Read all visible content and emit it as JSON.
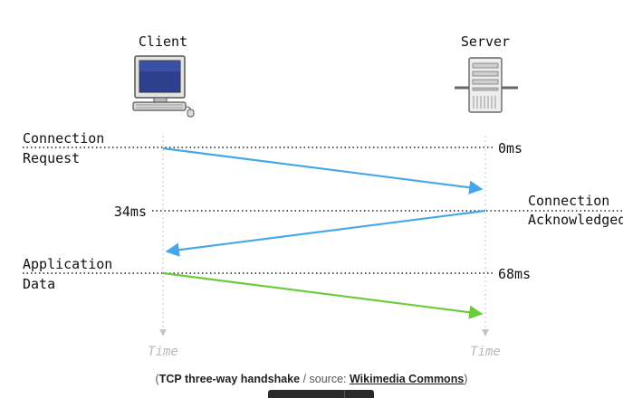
{
  "diagram": {
    "client_label": "Client",
    "server_label": "Server",
    "connection_request_line1": "Connection",
    "connection_request_line2": "Request",
    "connection_ack_line1": "Connection",
    "connection_ack_line2": "Acknowledged",
    "application_data_line1": "Application",
    "application_data_line2": "Data",
    "t0": "0ms",
    "t1": "34ms",
    "t2": "68ms",
    "client_time_label": "Time",
    "server_time_label": "Time",
    "colors": {
      "request": "#45a7ea",
      "ack": "#45a7ea",
      "data": "#6acb3c"
    },
    "icons": {
      "client": "computer-icon",
      "server": "server-icon"
    }
  },
  "caption": {
    "open": "(",
    "bold_text": "TCP three-way handshake",
    "middle": " / source: ",
    "link_text": "Wikimedia Commons",
    "close": ")"
  }
}
